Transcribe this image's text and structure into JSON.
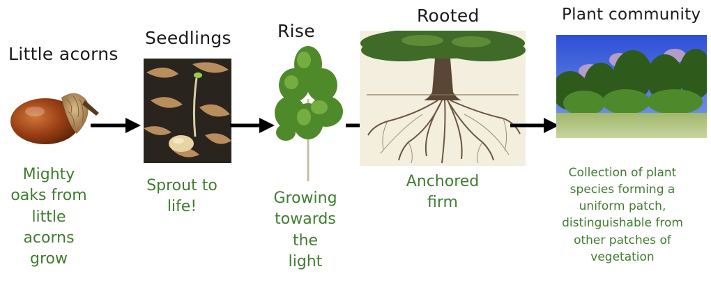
{
  "stages": [
    {
      "title": "Little acorns",
      "caption_lines": [
        "Mighty",
        "oaks from",
        "little",
        "acorns",
        "grow"
      ]
    },
    {
      "title": "Seedlings",
      "caption_lines": [
        "Sprout to",
        "life!"
      ]
    },
    {
      "title": "Rise",
      "caption_lines": [
        "Growing",
        "towards",
        "the",
        "light"
      ]
    },
    {
      "title": "Rooted",
      "caption_lines": [
        "Anchored",
        "firm"
      ]
    },
    {
      "title": "Plant community",
      "caption_lines": [
        "Collection of plant",
        "species forming a",
        "uniform patch,",
        "distinguishable from",
        "other patches of",
        "vegetation"
      ]
    }
  ],
  "colors": {
    "caption": "#3f7d2f",
    "title": "#1a1a1a",
    "arrow": "#000000"
  },
  "icons": [
    "acorn-image",
    "seedling-image",
    "young-tree-image",
    "tree-roots-image",
    "forest-patch-image",
    "arrow-right-icon"
  ]
}
